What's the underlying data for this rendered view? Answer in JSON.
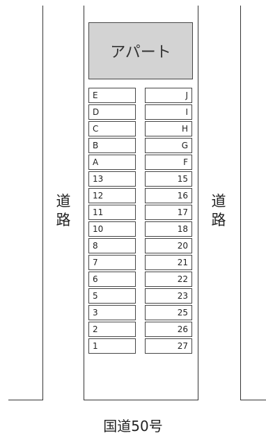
{
  "building": {
    "label": "アパート"
  },
  "roads": {
    "left": [
      "道",
      "路"
    ],
    "right": [
      "道",
      "路"
    ],
    "bottom": "国道50号"
  },
  "parking": {
    "left": [
      "E",
      "D",
      "C",
      "B",
      "A",
      "13",
      "12",
      "11",
      "10",
      "8",
      "7",
      "6",
      "5",
      "3",
      "2",
      "1"
    ],
    "right": [
      "J",
      "I",
      "H",
      "G",
      "F",
      "15",
      "16",
      "17",
      "18",
      "20",
      "21",
      "22",
      "23",
      "25",
      "26",
      "27"
    ]
  }
}
